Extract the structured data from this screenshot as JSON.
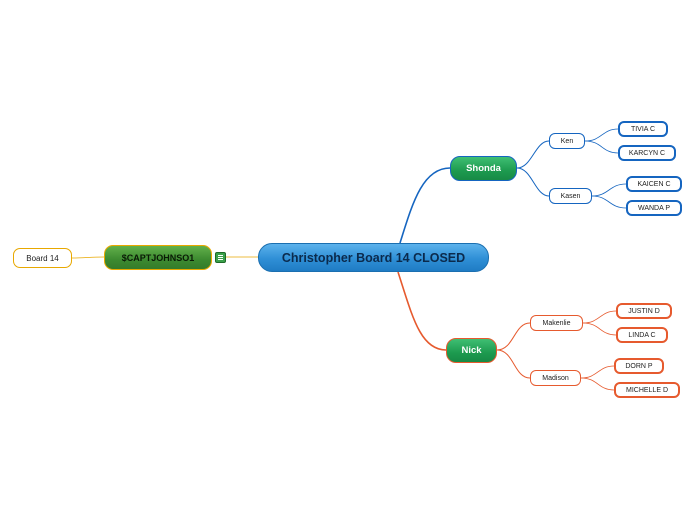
{
  "central_topic": "Christopher Board 14 CLOSED",
  "branches": [
    {
      "label": "Shonda",
      "color": "#1565c0",
      "children": [
        {
          "label": "Ken",
          "children": [
            "TIVIA C",
            "KARCYN C"
          ]
        },
        {
          "label": "Kasen",
          "children": [
            "KAICEN C",
            "WANDA P"
          ]
        }
      ]
    },
    {
      "label": "Nick",
      "color": "#e65a2e",
      "children": [
        {
          "label": "Makenlie",
          "children": [
            "JUSTIN D",
            "LINDA C"
          ]
        },
        {
          "label": "Madison",
          "children": [
            "DORN P",
            "MICHELLE D"
          ]
        }
      ]
    }
  ],
  "floating_topic": {
    "label": "$CAPTJOHNSO1",
    "note_icon": "notes-icon",
    "child": "Board 14",
    "color": "#e8a800"
  }
}
